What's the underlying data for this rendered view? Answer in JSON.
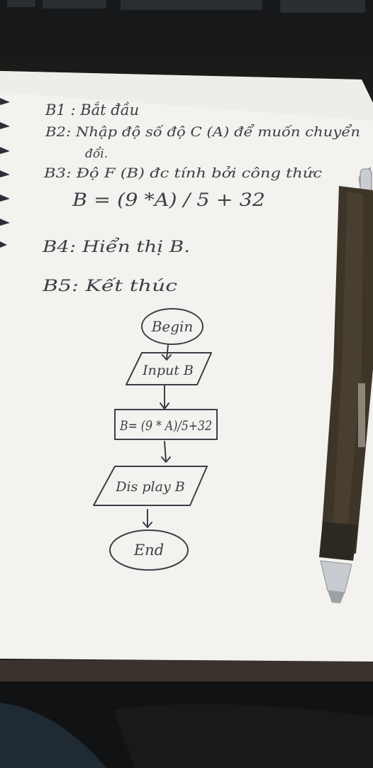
{
  "notes": {
    "step1": "B1 : Bắt đầu",
    "step2_line1": "B2: Nhập độ số độ C (A) để muốn chuyển",
    "step2_line2": "đổi.",
    "step3": "B3: Độ F (B) đc tính bởi công thức",
    "formula": "B = (9 *A) / 5 + 32",
    "step4": "B4: Hiển thị B.",
    "step5": "B5: Kết thúc"
  },
  "flowchart": {
    "start": "Begin",
    "input": "Input B",
    "process": "B= (9 * A)/5+32",
    "output": "Dis play B",
    "end": "End"
  },
  "colors": {
    "paper": "#f3f2ee",
    "ink": "#3b3f47",
    "background": "#1d1c1a",
    "pen_body": "#3d3528"
  }
}
